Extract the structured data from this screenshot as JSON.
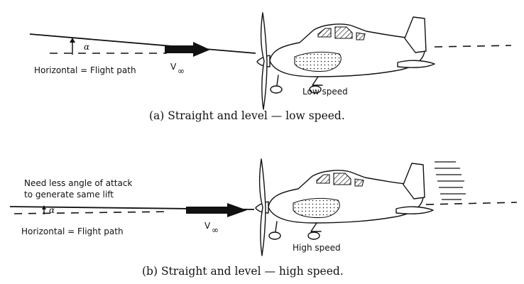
{
  "panel_a": {
    "alpha_symbol": "α",
    "horizontal_label": "Horizontal = Flight path",
    "velocity_label": "V",
    "velocity_subscript": "∞",
    "speed_label": "Low speed",
    "caption": "(a) Straight and level — low speed."
  },
  "panel_b": {
    "note_line1": "Need less angle of attack",
    "note_line2": "to generate same lift",
    "alpha_symbol": "α",
    "horizontal_label": "Horizontal = Flight path",
    "velocity_label": "V",
    "velocity_subscript": "∞",
    "speed_label": "High speed",
    "caption": "(b) Straight and level — high speed."
  }
}
